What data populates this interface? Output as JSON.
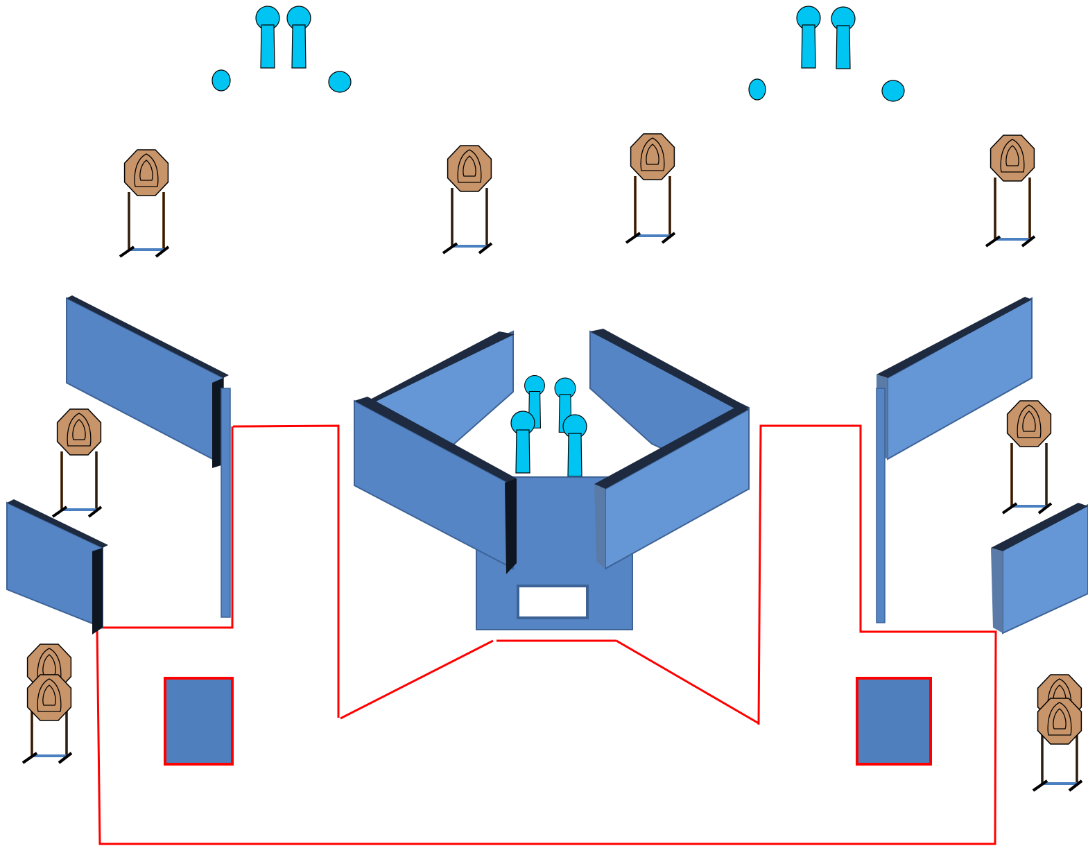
{
  "diagram": {
    "kind": "shooting-stage-layout",
    "colors": {
      "wall_face": "#5585C5",
      "wall_face_light": "#6597D6",
      "wall_edge": "#3D6296",
      "wall_top_dark": "#1D2A3F",
      "shooting_area_line": "#FF0000",
      "fault_box_fill": "#4F80BD",
      "steel_target": "#00C5F2",
      "paper_target": "#C8956A",
      "stand": "#000000",
      "stand_base_accent": "#4A7FC0"
    },
    "counts": {
      "paper_targets": 10,
      "steel_poppers": 8,
      "steel_plates": 4,
      "barrel_walls": 4,
      "fault_boxes": 2
    }
  }
}
